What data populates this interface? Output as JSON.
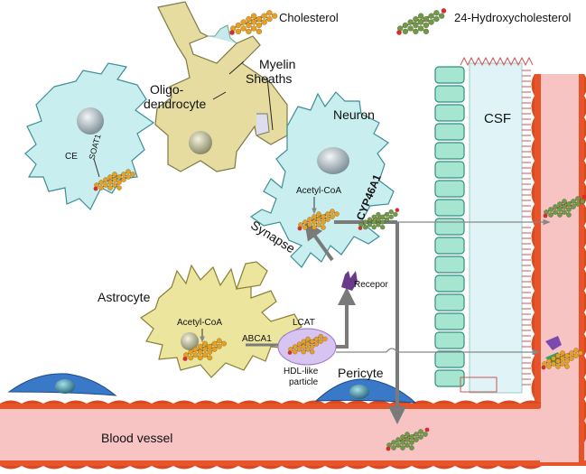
{
  "legend": {
    "cholesterol": "Cholesterol",
    "hydroxycholesterol": "24-Hydroxycholesterol"
  },
  "labels": {
    "myelin": "Myelin",
    "sheaths": "Sheaths",
    "oligo1": "Oligo-",
    "oligo2": "dendrocyte",
    "neuron": "Neuron",
    "csf": "CSF",
    "ce": "CE",
    "soat1": "SOAT1",
    "acetyl_neuron": "Acetyl-CoA",
    "cyp46a1": "CYP46A1",
    "synapse": "Synapse",
    "receptor": "Recepor",
    "astrocyte": "Astrocyte",
    "acetyl_astro": "Acetyl-CoA",
    "abca1": "ABCA1",
    "lcat": "LCAT",
    "hdl1": "HDL-like",
    "hdl2": "particle",
    "pericyte": "Pericyte",
    "blood_vessel": "Blood vessel"
  },
  "colors": {
    "cholesterol": "#e8a020",
    "hydroxy": "#6f9a48",
    "oxygen": "#d03030",
    "neuron_fill": "#c9eef0",
    "astro_fill": "#ece59e",
    "oligo_fill": "#e6dca0",
    "vessel_fill": "#f7c3c3",
    "vessel_edge": "#e8542a",
    "pericyte": "#3a78c8",
    "csf_cell": "#a6e6d0",
    "hdl": "#d8c4f0",
    "arrow": "#7a7a7a"
  }
}
